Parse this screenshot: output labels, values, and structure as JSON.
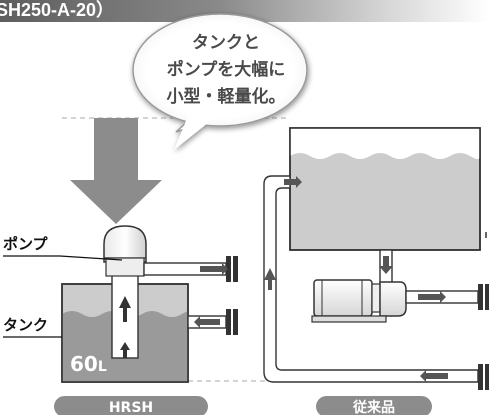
{
  "header": {
    "text": "SH250-A-20）"
  },
  "callout": {
    "lines": [
      "タンクと",
      "ポンプを大幅に",
      "小型・軽量化。"
    ]
  },
  "labels": {
    "pump": "ポンプ",
    "tank": "タンク",
    "volume": "60",
    "volume_unit": "L"
  },
  "badges": {
    "left": "HRSH",
    "right": "従来品"
  },
  "colors": {
    "header": "#666666",
    "callout_bg": "#ffffff",
    "callout_text": "#4a4a4a",
    "big_arrow": "#8c8c8c",
    "tank_body": "#cccccc",
    "water": "#9a9a9a",
    "pipe_fill": "#ffffff",
    "badge_bg": "#8c8c8c",
    "outline": "#333333"
  }
}
